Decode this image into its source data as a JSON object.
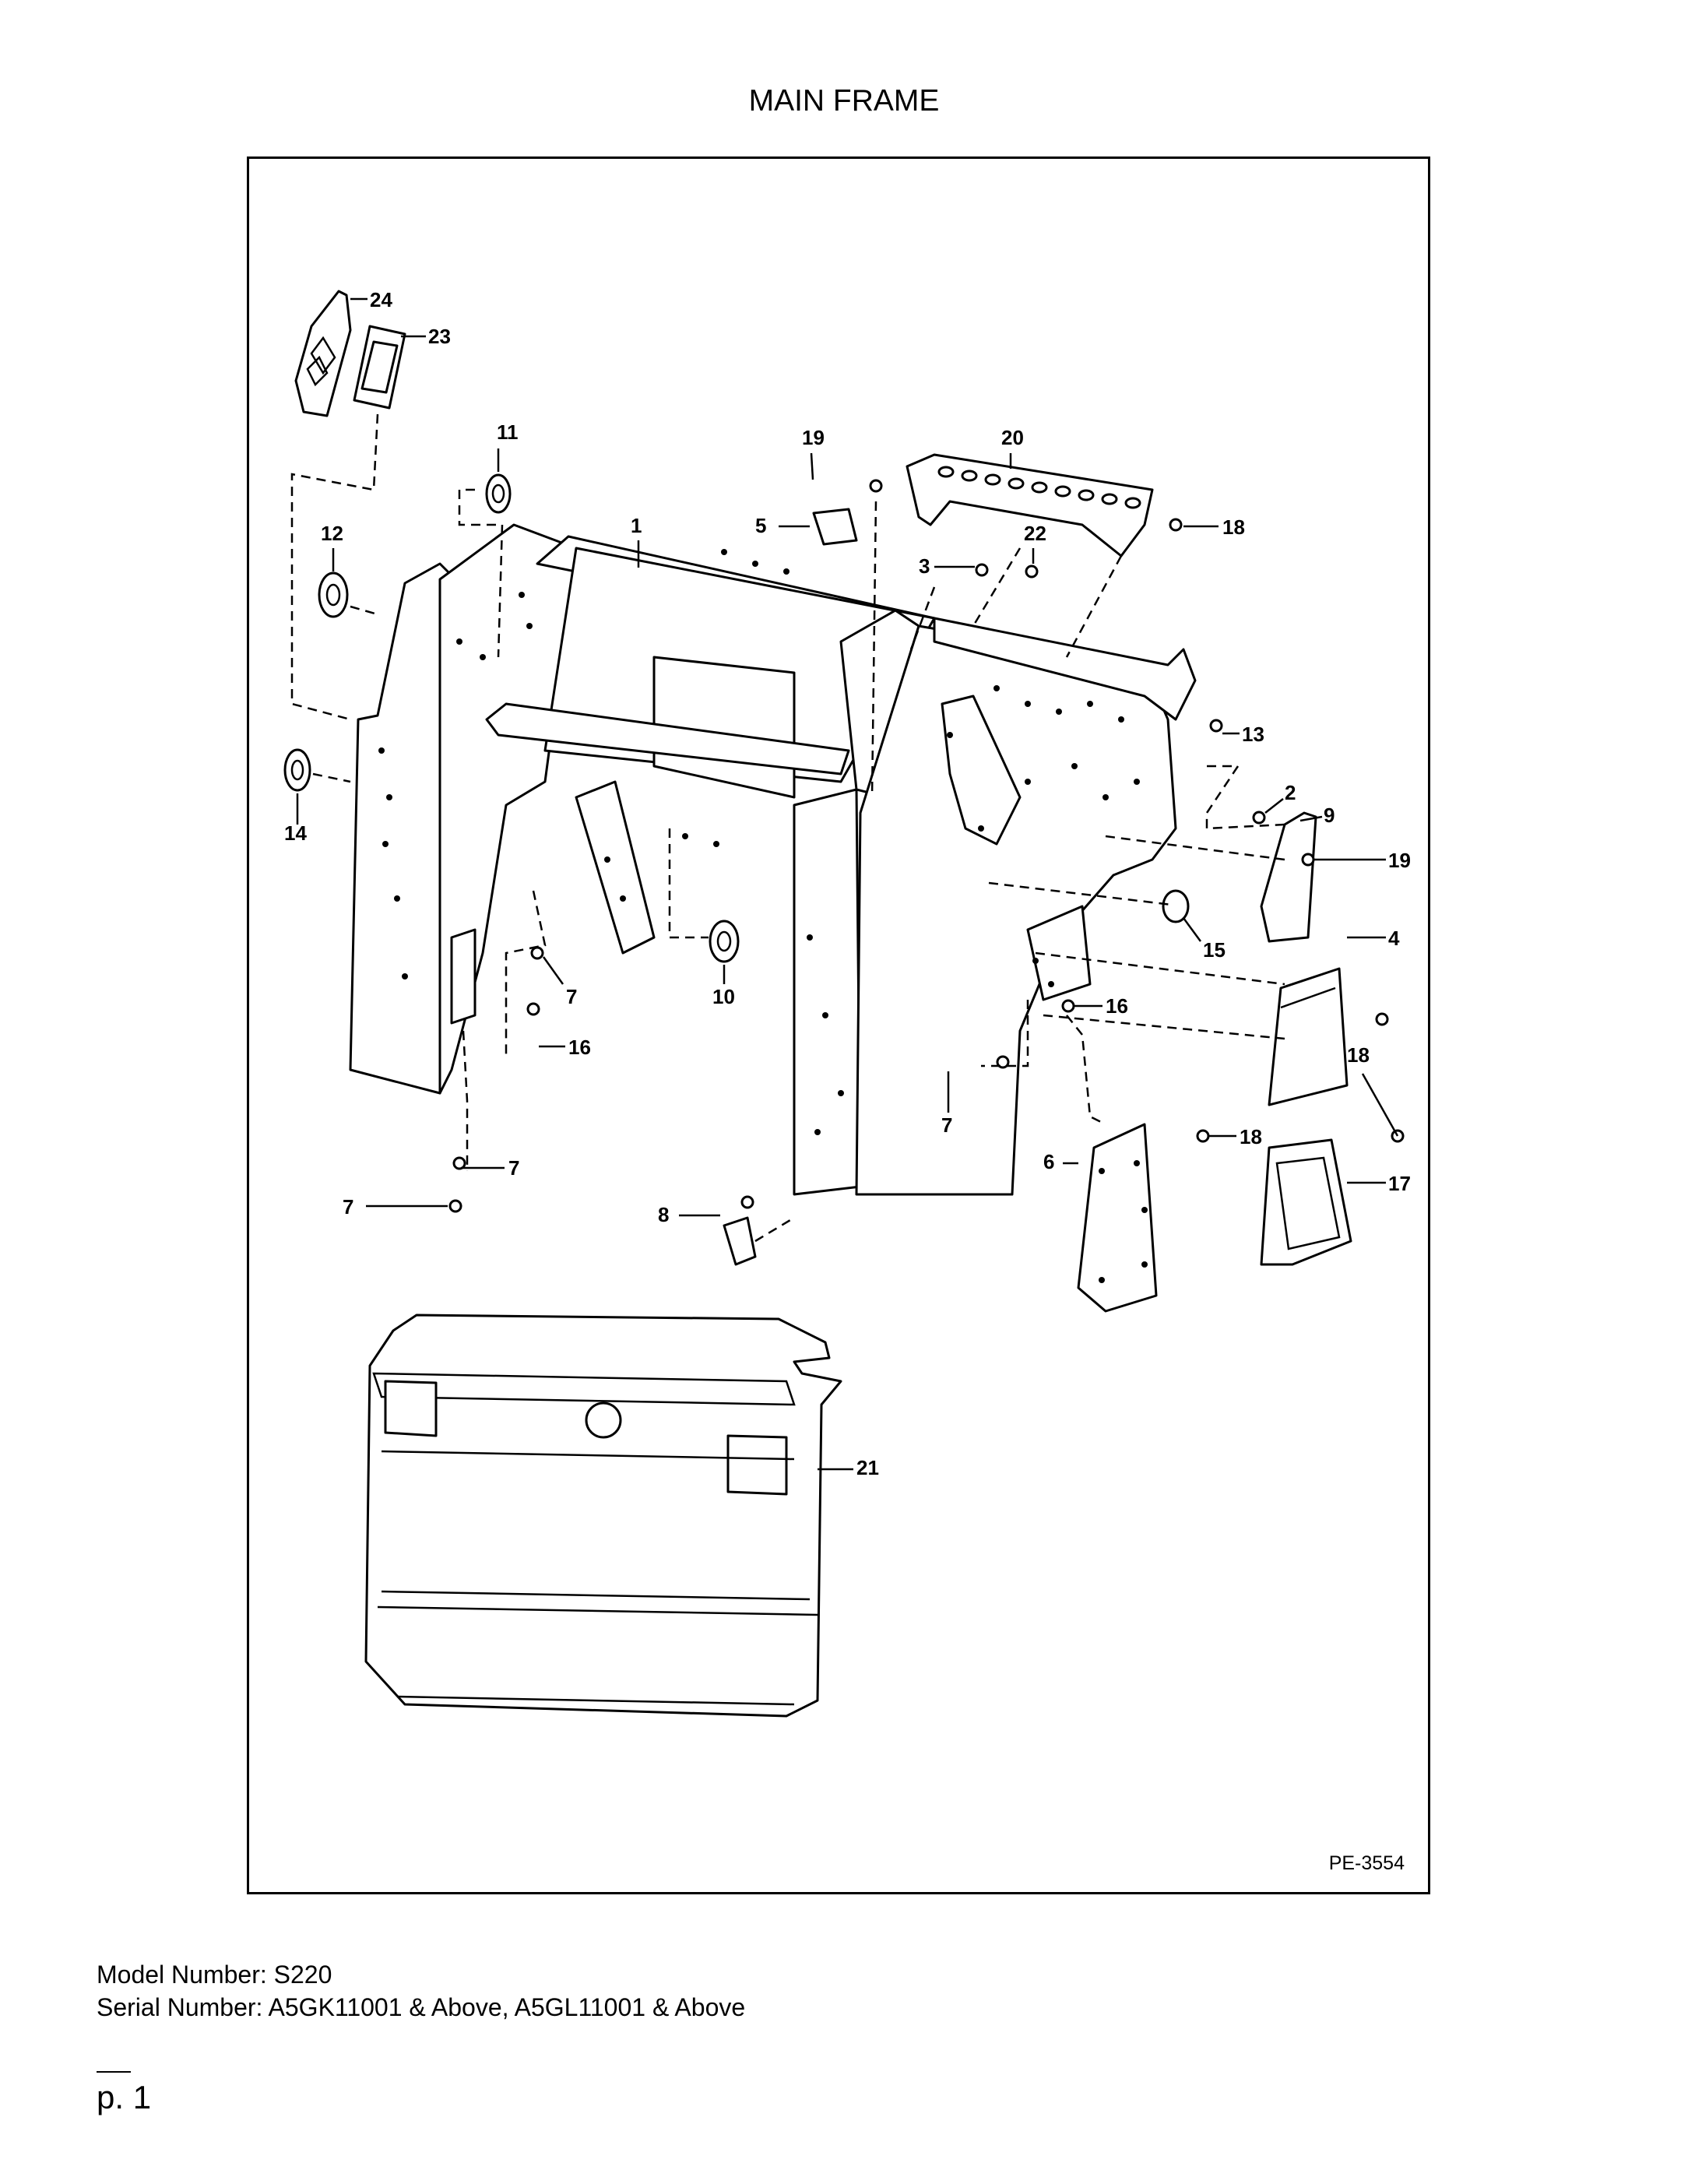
{
  "page": {
    "title": "MAIN FRAME",
    "drawing_code": "PE-3554",
    "model_line": "Model Number: S220",
    "serial_line": "Serial Number: A5GK11001 & Above, A5GL11001 & Above",
    "page_label": "p. 1"
  },
  "callouts": [
    {
      "id": "c24",
      "label": "24"
    },
    {
      "id": "c23",
      "label": "23"
    },
    {
      "id": "c11",
      "label": "11"
    },
    {
      "id": "c19a",
      "label": "19"
    },
    {
      "id": "c20",
      "label": "20"
    },
    {
      "id": "c12",
      "label": "12"
    },
    {
      "id": "c1",
      "label": "1"
    },
    {
      "id": "c5",
      "label": "5"
    },
    {
      "id": "c18a",
      "label": "18"
    },
    {
      "id": "c22",
      "label": "22"
    },
    {
      "id": "c3",
      "label": "3"
    },
    {
      "id": "c13",
      "label": "13"
    },
    {
      "id": "c2",
      "label": "2"
    },
    {
      "id": "c9",
      "label": "9"
    },
    {
      "id": "c14",
      "label": "14"
    },
    {
      "id": "c19b",
      "label": "19"
    },
    {
      "id": "c4",
      "label": "4"
    },
    {
      "id": "c15",
      "label": "15"
    },
    {
      "id": "c7a",
      "label": "7"
    },
    {
      "id": "c10",
      "label": "10"
    },
    {
      "id": "c16a",
      "label": "16"
    },
    {
      "id": "c16b",
      "label": "16"
    },
    {
      "id": "c18b",
      "label": "18"
    },
    {
      "id": "c7b",
      "label": "7"
    },
    {
      "id": "c7c",
      "label": "7"
    },
    {
      "id": "c6",
      "label": "6"
    },
    {
      "id": "c18c",
      "label": "18"
    },
    {
      "id": "c17",
      "label": "17"
    },
    {
      "id": "c7d",
      "label": "7"
    },
    {
      "id": "c8",
      "label": "8"
    },
    {
      "id": "c21",
      "label": "21"
    }
  ]
}
